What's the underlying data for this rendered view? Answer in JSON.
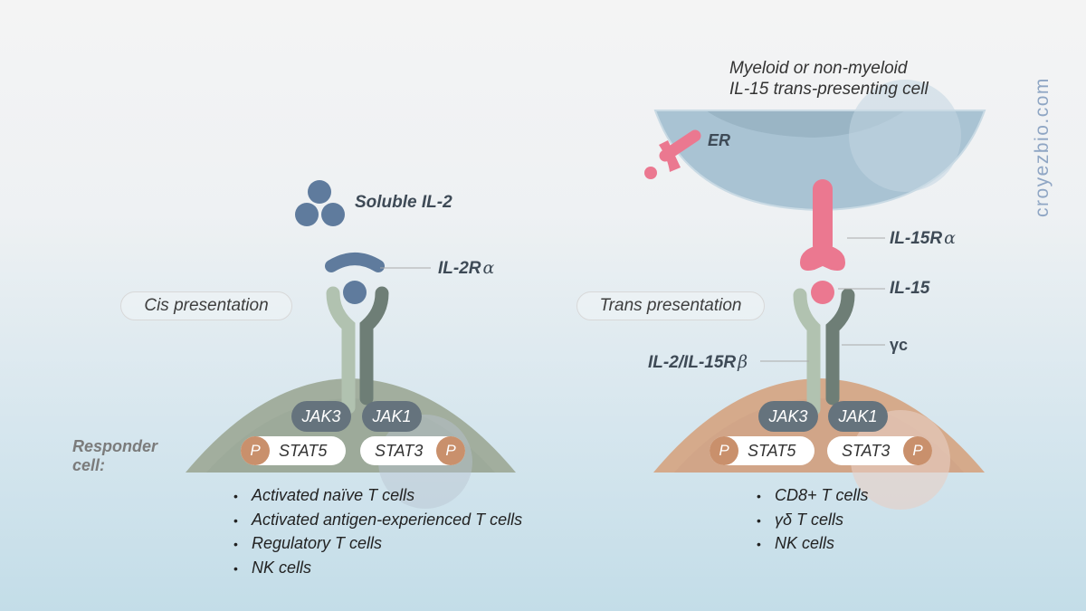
{
  "watermark": "croyezbio.com",
  "presenting_cell": {
    "line1": "Myeloid or non-myeloid",
    "line2": "IL-15 trans-presenting cell",
    "er_label": "ER"
  },
  "left": {
    "ligand_label": "Soluble IL-2",
    "receptor_alpha_label": "IL-2R",
    "receptor_alpha_greek": "α",
    "presentation_label": "Cis presentation",
    "jak_left": "JAK3",
    "jak_right": "JAK1",
    "stat_left": "STAT5",
    "stat_right": "STAT3",
    "phospho": "P",
    "responder_line1": "Responder",
    "responder_line2": "cell:",
    "cells": [
      "Activated naïve T cells",
      "Activated antigen-experienced T cells",
      "Regulatory T cells",
      "NK cells"
    ]
  },
  "right": {
    "receptor_alpha_label": "IL-15R",
    "receptor_alpha_greek": "α",
    "ligand_label": "IL-15",
    "gamma_label": "γc",
    "beta_label": "IL-2/IL-15R",
    "beta_greek": "β",
    "presentation_label": "Trans presentation",
    "jak_left": "JAK3",
    "jak_right": "JAK1",
    "stat_left": "STAT5",
    "stat_right": "STAT3",
    "phospho": "P",
    "cells": [
      "CD8+ T cells",
      "γδ T cells",
      "NK cells"
    ]
  },
  "colors": {
    "left_cell": "#a2ae9e",
    "right_cell": "#d5aa8b",
    "presenting_cell": "#a9c3d3",
    "il2_blue": "#5f7b9d",
    "il15_pink": "#eb7890",
    "beta_chain": "#b1c2b0",
    "gamma_chain": "#6e7e76",
    "jak": "#65737d",
    "phospho": "#c9906c"
  }
}
